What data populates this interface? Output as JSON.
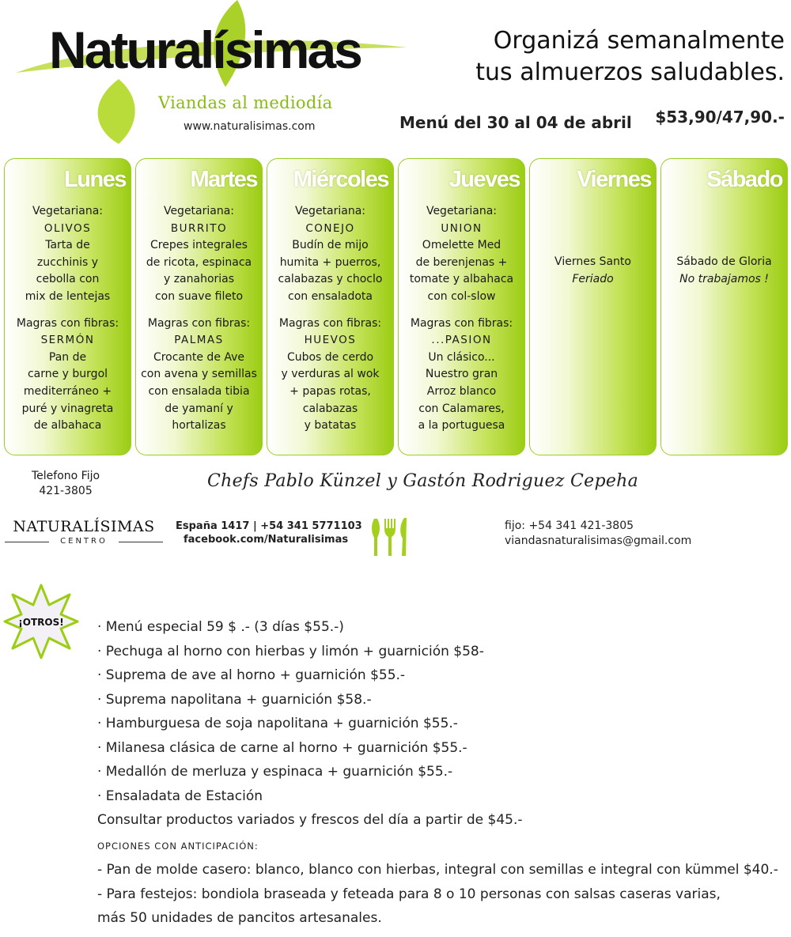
{
  "header": {
    "logo": "Naturalísimas",
    "subtitle": "Viandas al mediodía",
    "url": "www.naturalisimas.com",
    "tagline_1": "Organizá semanalmente",
    "tagline_2": "tus almuerzos saludables.",
    "menu_dates": "Menú del 30 al 04 de abril",
    "price": "$53,90/47,90.-"
  },
  "days": [
    {
      "name": "Lunes",
      "veg_label": "Vegetariana:",
      "veg_name": "OLIVOS",
      "veg_lines": [
        "Tarta de",
        "zucchinis y",
        "cebolla con",
        "mix de lentejas"
      ],
      "mag_label": "Magras con fibras:",
      "mag_name": "SERMÓN",
      "mag_lines": [
        "Pan de",
        "carne y burgol",
        "mediterráneo +",
        "puré y vinagreta",
        "de albahaca"
      ]
    },
    {
      "name": "Martes",
      "veg_label": "Vegetariana:",
      "veg_name": "BURRITO",
      "veg_lines": [
        "Crepes integrales",
        "de ricota, espinaca",
        "y zanahorias",
        "con suave fileto"
      ],
      "mag_label": "Magras con fibras:",
      "mag_name": "PALMAS",
      "mag_lines": [
        "Crocante de Ave",
        "con avena y semillas",
        "con ensalada tibia",
        "de yamaní y",
        "hortalizas"
      ]
    },
    {
      "name": "Miércoles",
      "veg_label": "Vegetariana:",
      "veg_name": "CONEJO",
      "veg_lines": [
        "Budín de mijo",
        "humita + puerros,",
        "calabazas y choclo",
        "con ensaladota"
      ],
      "mag_label": "Magras con fibras:",
      "mag_name": "HUEVOS",
      "mag_lines": [
        "Cubos de cerdo",
        "y  verduras al wok",
        "+ papas rotas,",
        "calabazas",
        "y batatas"
      ]
    },
    {
      "name": "Jueves",
      "veg_label": "Vegetariana:",
      "veg_name": "UNION",
      "veg_lines": [
        "Omelette Med",
        "de berenjenas +",
        "tomate y albahaca",
        "con col-slow"
      ],
      "mag_label": "Magras con fibras:",
      "mag_name": "...PASION",
      "mag_lines": [
        "Un clásico...",
        "Nuestro gran",
        "Arroz blanco",
        "con Calamares,",
        "a la portuguesa"
      ]
    },
    {
      "name": "Viernes",
      "note": "Viernes Santo",
      "note_italic": "Feriado"
    },
    {
      "name": "Sábado",
      "note": "Sábado de Gloria",
      "note_italic": "No trabajamos !"
    }
  ],
  "contact": {
    "tel_label": "Telefono Fijo",
    "tel_number": "421-3805",
    "chefs": "Chefs Pablo Künzel y Gastón Rodriguez Cepeha",
    "centro_title": "NATURALÍSIMAS",
    "centro_sub": "CENTRO",
    "address": "España 1417 | +54 341 5771103",
    "facebook": "facebook.com/Naturalisimas",
    "fijo": "fijo: +54 341  421-3805",
    "email": "viandasnaturalisimas@gmail.com"
  },
  "otros": {
    "badge": "¡OTROS!",
    "items": [
      "· Menú especial 59 $ .- (3 días $55.-)",
      "· Pechuga al horno con hierbas y limón + guarnición $58-",
      "· Suprema de ave al horno + guarnición $55.-",
      "· Suprema napolitana + guarnición $58.-",
      "· Hamburguesa de soja napolitana + guarnición $55.-",
      "· Milanesa clásica de carne al horno + guarnición $55.-",
      "· Medallón de merluza y espinaca + guarnición $55.-",
      "· Ensaladata de Estación"
    ],
    "consult": "Consultar productos variados y frescos del día a partir de $45.-",
    "anticipacion_title": "Opciones con anticipación:",
    "anticipacion": [
      "- Pan de molde casero: blanco, blanco con hierbas, integral con semillas e integral con kümmel $40.-",
      "- Para festejos: bondiola braseada y feteada para 8 o 10 personas con salsas caseras varias,",
      "más 50 unidades de pancitos artesanales."
    ]
  },
  "colors": {
    "accent": "#9ccd14",
    "accent_text": "#8ab91a"
  }
}
